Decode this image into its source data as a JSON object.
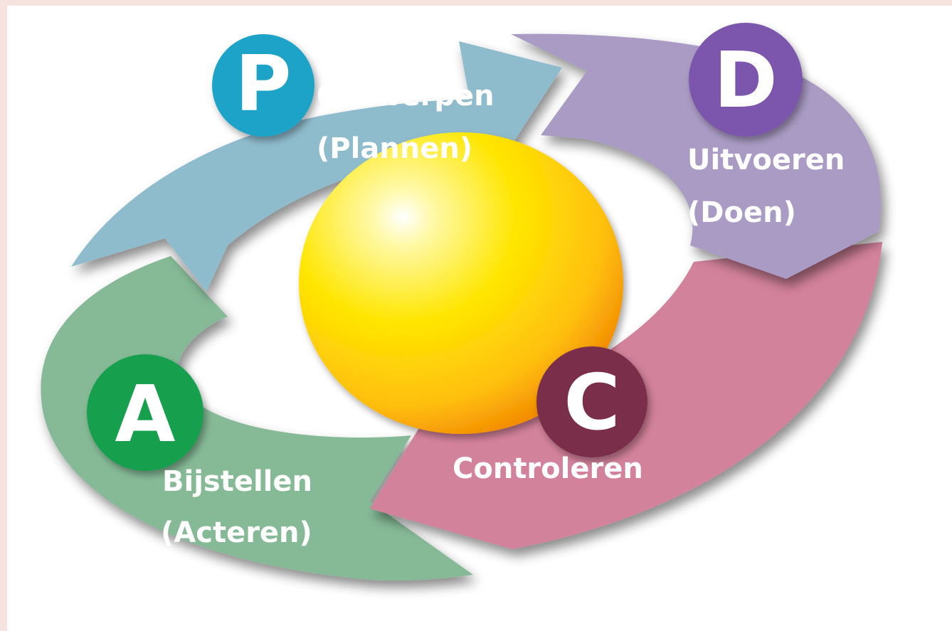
{
  "diagram": {
    "steps": [
      {
        "key": "plan",
        "letter": "P",
        "line1": "Ontwerpen",
        "line2": "(Plannen)",
        "arrow_color": "#8fbccd",
        "badge_color": "#1ea3c7"
      },
      {
        "key": "do",
        "letter": "D",
        "line1": "Uitvoeren",
        "line2": "(Doen)",
        "arrow_color": "#a99bc4",
        "badge_color": "#7b55ad"
      },
      {
        "key": "check",
        "letter": "C",
        "line1": "Controleren",
        "line2": "",
        "arrow_color": "#d3829b",
        "badge_color": "#7a2f4a"
      },
      {
        "key": "act",
        "letter": "A",
        "line1": "Bijstellen",
        "line2": "(Acteren)",
        "arrow_color": "#86ba97",
        "badge_color": "#16a04e"
      }
    ],
    "center_sphere_color": "#ffd400"
  }
}
